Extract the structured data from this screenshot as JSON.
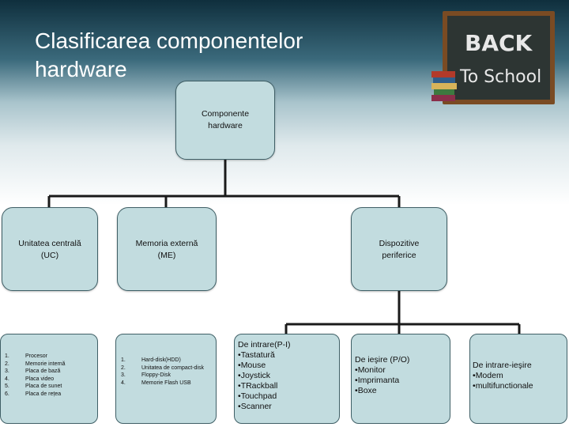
{
  "title": "Clasificarea componentelor hardware",
  "root": {
    "label": "Componente\nhardware"
  },
  "branches": [
    {
      "label": "Unitatea centrală\n(UC)",
      "items": [
        "Procesor",
        "Memorie internă",
        "Placa de bază",
        "Placa video",
        "Placa de sunet",
        "Placa de rețea"
      ]
    },
    {
      "label": "Memoria externă\n(ME)",
      "items": [
        "Hard-disk(HDD)",
        "Unitatea de compact-disk",
        "Floppy-Disk",
        "Memorie Flash USB"
      ]
    },
    {
      "label": "Dispozitive\nperiferice"
    }
  ],
  "peripherals": [
    {
      "heading": "De intrare(P-I)",
      "items": [
        "Tastatură",
        "Mouse",
        "Joystick",
        "TRackball",
        "Touchpad",
        "Scanner"
      ]
    },
    {
      "heading": "De ieşire (P/O)",
      "items": [
        "Monitor",
        "Imprimanta",
        "Boxe"
      ]
    },
    {
      "heading": "De intrare-ieşire",
      "items": [
        "Modem",
        "multifunctionale"
      ]
    }
  ],
  "chalkboard": {
    "text_line1": "BACK",
    "text_line2": "To School"
  },
  "colors": {
    "box_fill": "#c2dcdf",
    "box_border": "#3f5f66",
    "title_text": "#ffffff",
    "connector": "#1a1a1a"
  }
}
